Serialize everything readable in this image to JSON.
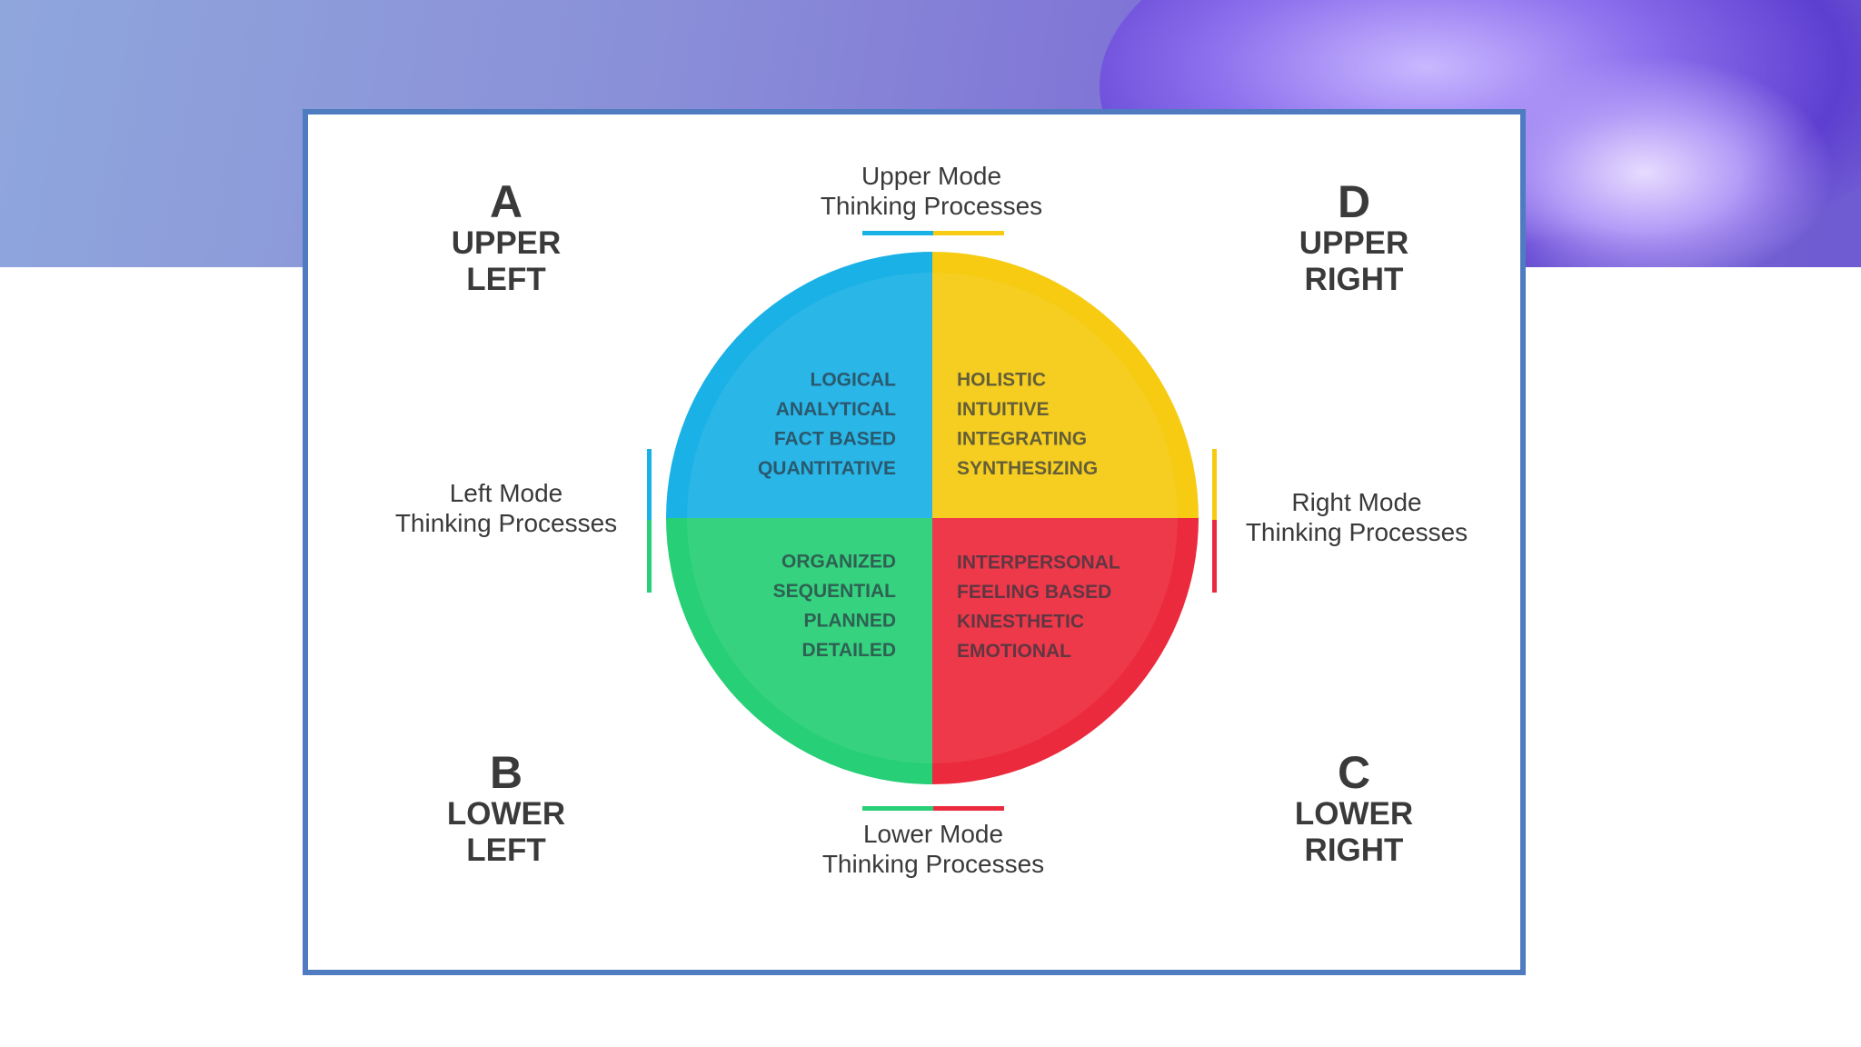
{
  "colors": {
    "blue": "#1ab1e6",
    "yellow": "#f6cb12",
    "green": "#27cf77",
    "red": "#ec2a3d",
    "border": "#4f7cc1",
    "text": "#3a3a3a"
  },
  "quadrants": {
    "upper_left": {
      "letter": "A",
      "line1": "UPPER",
      "line2": "LEFT"
    },
    "upper_right": {
      "letter": "D",
      "line1": "UPPER",
      "line2": "RIGHT"
    },
    "lower_left": {
      "letter": "B",
      "line1": "LOWER",
      "line2": "LEFT"
    },
    "lower_right": {
      "letter": "C",
      "line1": "LOWER",
      "line2": "RIGHT"
    }
  },
  "modes": {
    "upper": {
      "line1": "Upper Mode",
      "line2": "Thinking Processes"
    },
    "lower": {
      "line1": "Lower Mode",
      "line2": "Thinking Processes"
    },
    "left": {
      "line1": "Left Mode",
      "line2": "Thinking Processes"
    },
    "right": {
      "line1": "Right Mode",
      "line2": "Thinking Processes"
    }
  },
  "traits": {
    "blue": [
      "LOGICAL",
      "ANALYTICAL",
      "FACT BASED",
      "QUANTITATIVE"
    ],
    "yellow": [
      "HOLISTIC",
      "INTUITIVE",
      "INTEGRATING",
      "SYNTHESIZING"
    ],
    "green": [
      "ORGANIZED",
      "SEQUENTIAL",
      "PLANNED",
      "DETAILED"
    ],
    "red": [
      "INTERPERSONAL",
      "FEELING BASED",
      "KINESTHETIC",
      "EMOTIONAL"
    ]
  }
}
